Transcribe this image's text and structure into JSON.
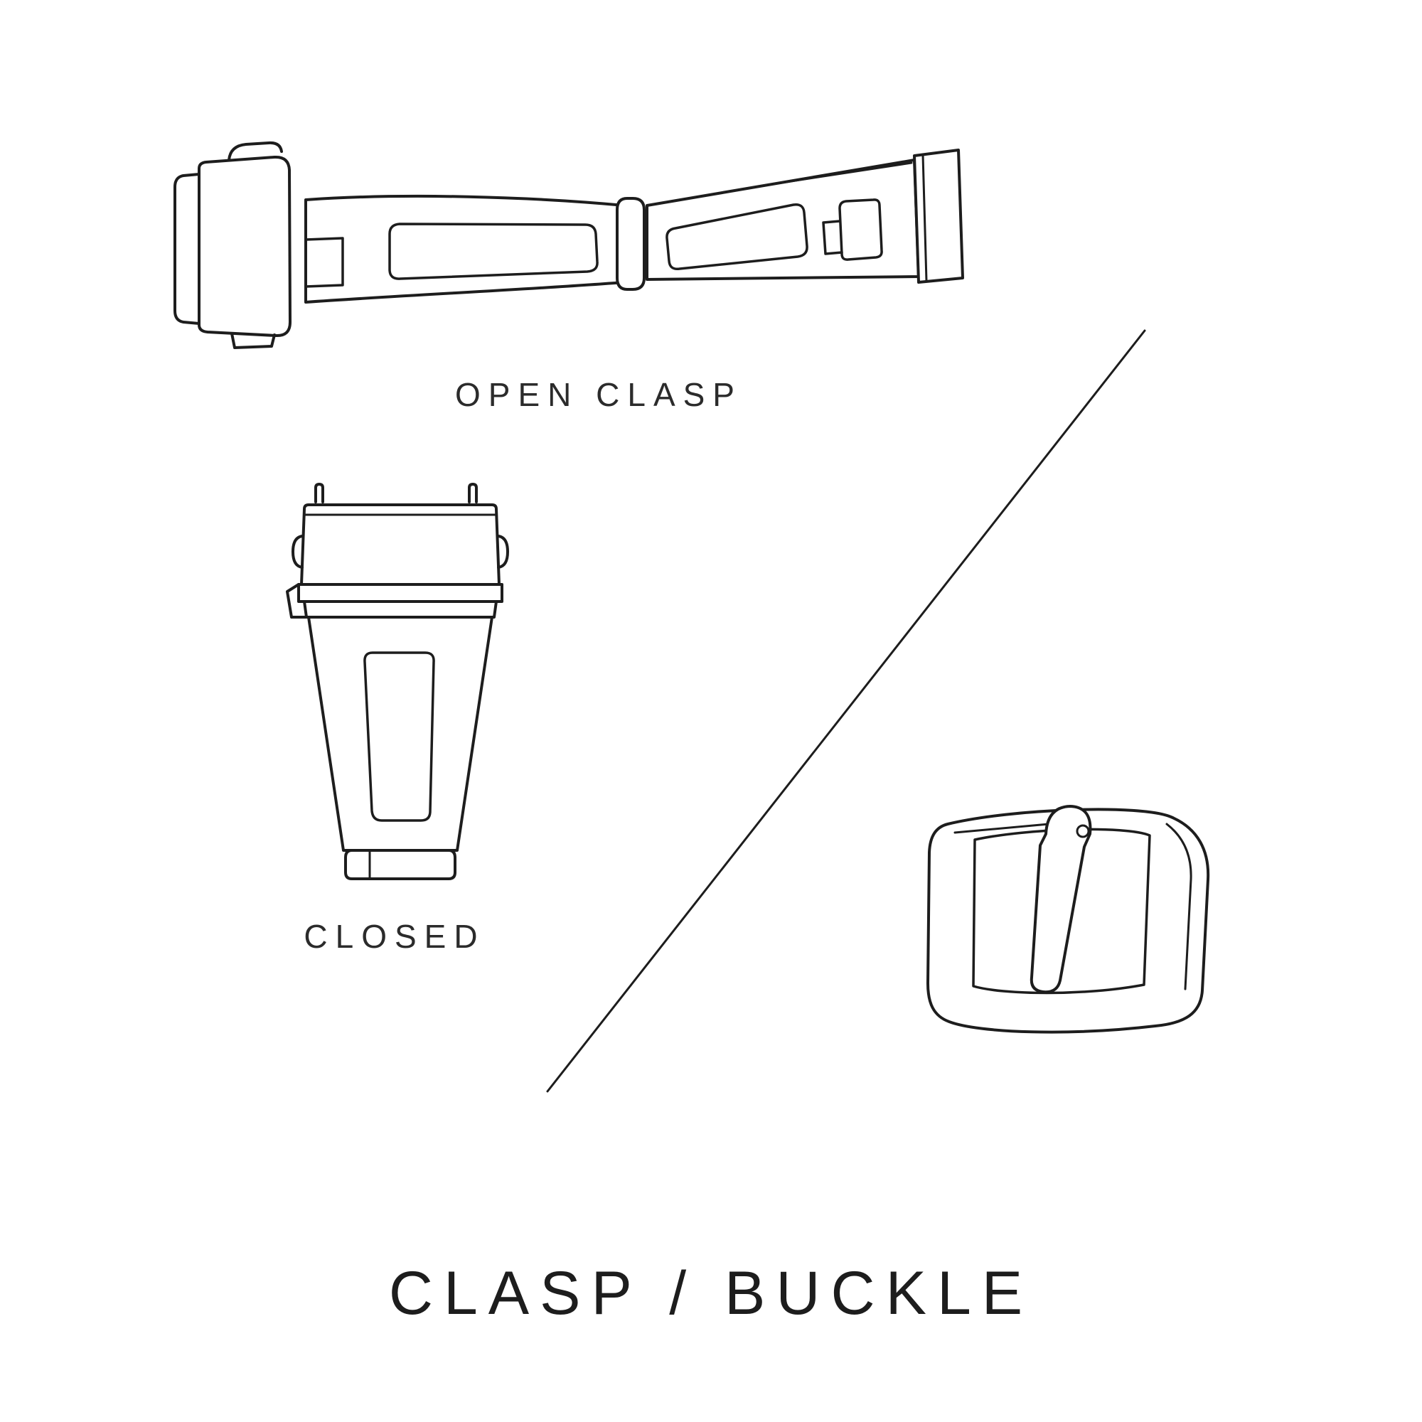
{
  "page": {
    "background_color": "#ffffff",
    "line_color": "#1d1d1d",
    "text_color": "#2b2b2b"
  },
  "diagram": {
    "open_clasp_label": "OPEN CLASP",
    "closed_label": "CLOSED",
    "title": "CLASP / BUCKLE",
    "icons": {
      "open_clasp": "open-clasp-drawing",
      "closed_clasp": "closed-clasp-drawing",
      "pin_buckle": "pin-buckle-drawing",
      "divider": "diagonal-divider-line"
    }
  }
}
